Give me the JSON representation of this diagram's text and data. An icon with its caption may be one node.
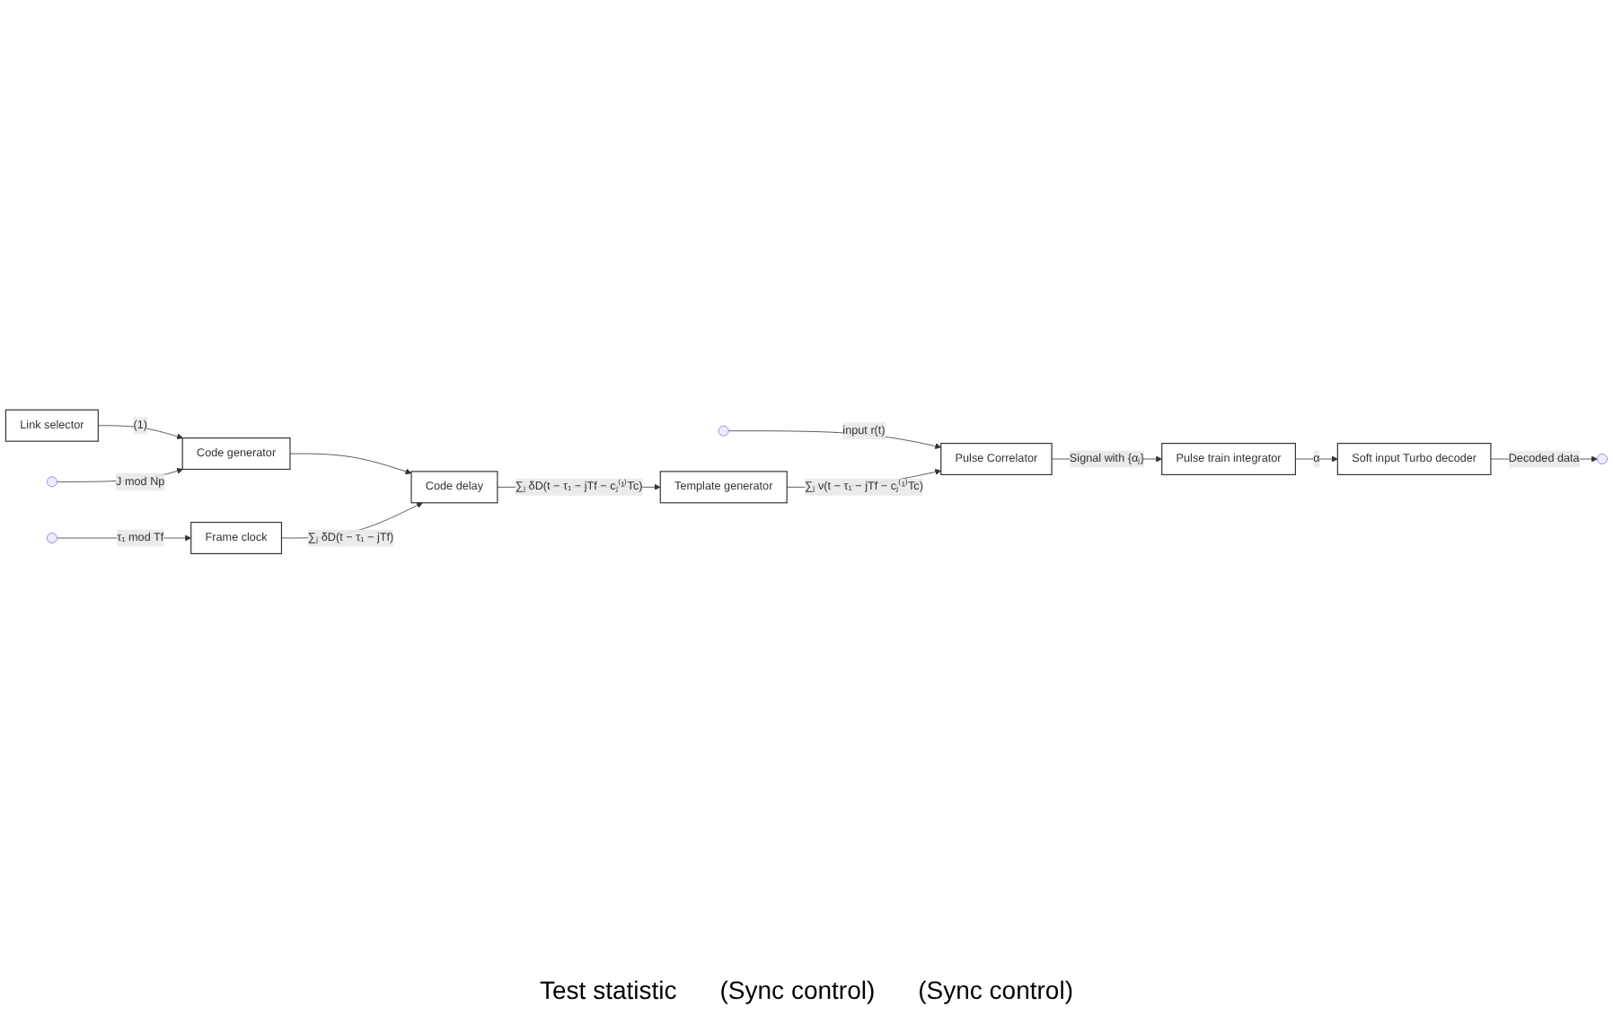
{
  "diagram": {
    "nodes": [
      {
        "text": [
          "Pulse Correlator"
        ]
      },
      {
        "text": [
          "Pulse train integrator"
        ]
      },
      {
        "text": [
          "Soft input Turbo decoder"
        ]
      },
      {
        "text": [
          "Template generator"
        ]
      },
      {
        "text": [
          "Link selector"
        ]
      },
      {
        "text": [
          "Code delay"
        ]
      },
      {
        "text": [
          "Code generator"
        ]
      },
      {
        "text": [
          "Frame clock"
        ]
      }
    ],
    "edges": [
      {
        "from": null,
        "to": 0,
        "arrow": "to",
        "label": "input r(t)"
      },
      {
        "from": 0,
        "to": 1,
        "arrow": "to",
        "label": "Signal with {αⱼ}"
      },
      {
        "from": 1,
        "to": 2,
        "arrow": "to",
        "label": "α"
      },
      {
        "from": 2,
        "to": null,
        "arrow": "to",
        "label": "Decoded data"
      },
      {
        "from": 3,
        "to": 0,
        "arrow": "to",
        "label": "∑ⱼ ν(t − τ₁ − jTf − cⱼ⁽¹⁾Tc)"
      },
      {
        "from": 5,
        "to": 3,
        "arrow": "to",
        "label": "∑ⱼ δD(t − τ₁ − jTf − cⱼ⁽¹⁾Tc)"
      },
      {
        "from": 4,
        "to": 6,
        "arrow": "to",
        "label": "(1)"
      },
      {
        "from": 6,
        "to": 5,
        "arrow": "to"
      },
      {
        "from": null,
        "to": 6,
        "arrow": "to",
        "label": "J mod Np"
      },
      {
        "from": 7,
        "to": 5,
        "arrow": "to",
        "label": "∑ⱼ δD(t − τ₁ − jTf)"
      },
      {
        "from": null,
        "to": 7,
        "arrow": "to",
        "label": "τ₁ mod Tf"
      }
    ],
    "labels": [
      "Test statistic",
      "(Sync control)",
      "(Sync control)"
    ]
  }
}
